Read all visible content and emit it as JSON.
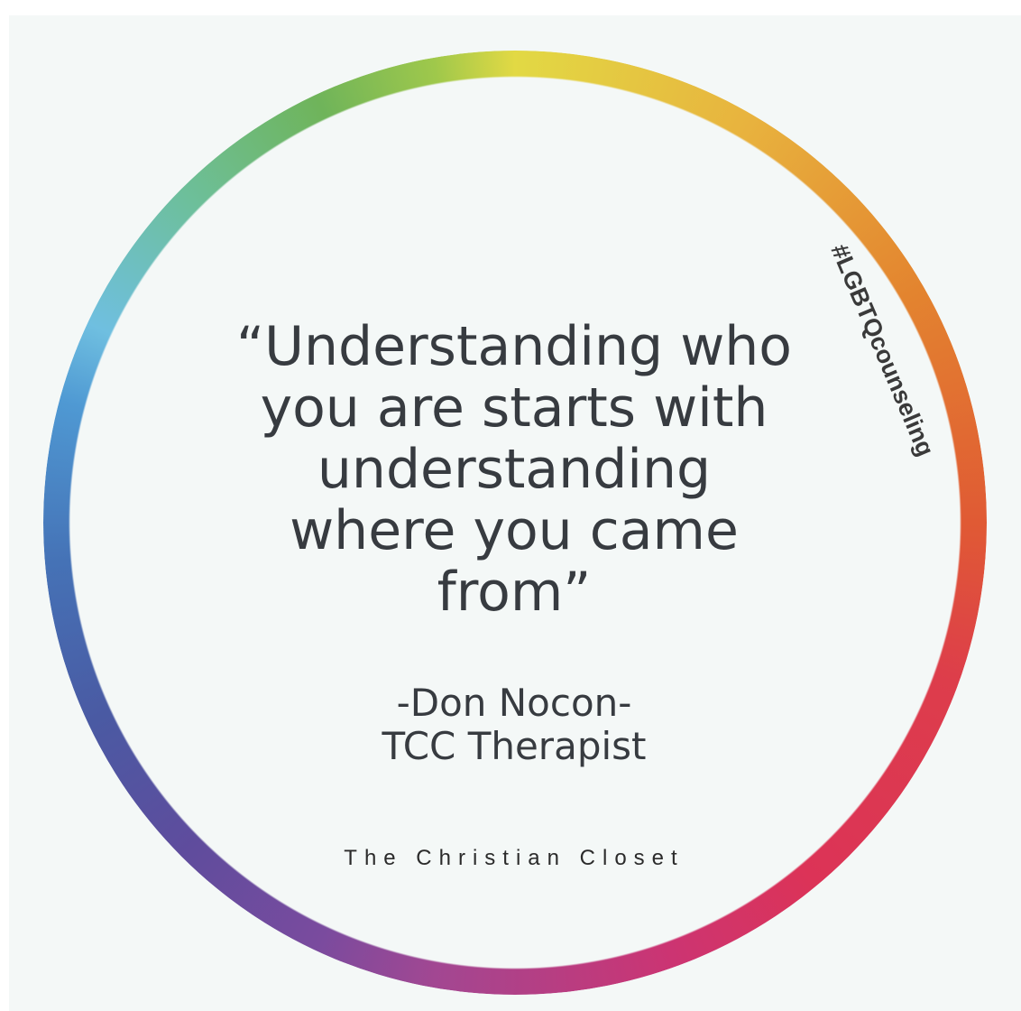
{
  "quote": {
    "lines": [
      "“Understanding who",
      "you are starts with",
      "understanding",
      "where you came",
      "from”"
    ]
  },
  "attribution": {
    "name": "-Don Nocon-",
    "role": "TCC Therapist"
  },
  "brand": "The Christian Closet",
  "hashtag": "#LGBTQcounseling",
  "colors": {
    "background": "#f4f8f7",
    "text": "#373b40",
    "ring": "rainbow gradient"
  }
}
